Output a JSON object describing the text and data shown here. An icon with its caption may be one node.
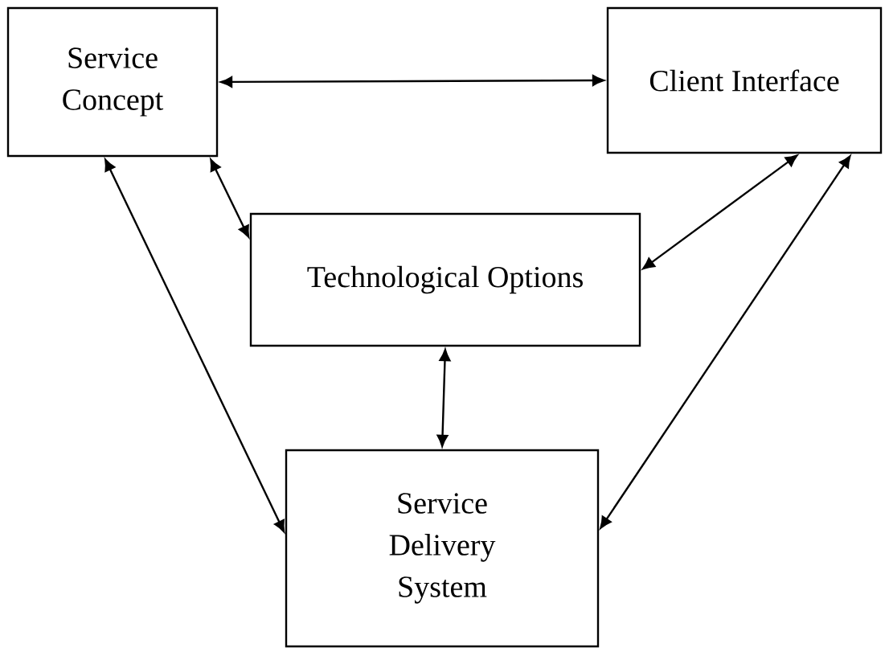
{
  "diagram": {
    "nodes": [
      {
        "text": [
          "Service Concept"
        ]
      },
      {
        "text": [
          "Client Interface"
        ]
      },
      {
        "text": [
          "Technological Options"
        ]
      },
      {
        "text": [
          "Service Delivery System"
        ]
      }
    ],
    "edges": [
      {
        "from": 0,
        "to": 1,
        "arrow": "both"
      },
      {
        "from": 0,
        "to": 2,
        "arrow": "both"
      },
      {
        "from": 1,
        "to": 2,
        "arrow": "both"
      },
      {
        "from": 2,
        "to": 3,
        "arrow": "both"
      },
      {
        "from": 0,
        "to": 3,
        "arrow": "both"
      },
      {
        "from": 1,
        "to": 3,
        "arrow": "both"
      }
    ]
  }
}
